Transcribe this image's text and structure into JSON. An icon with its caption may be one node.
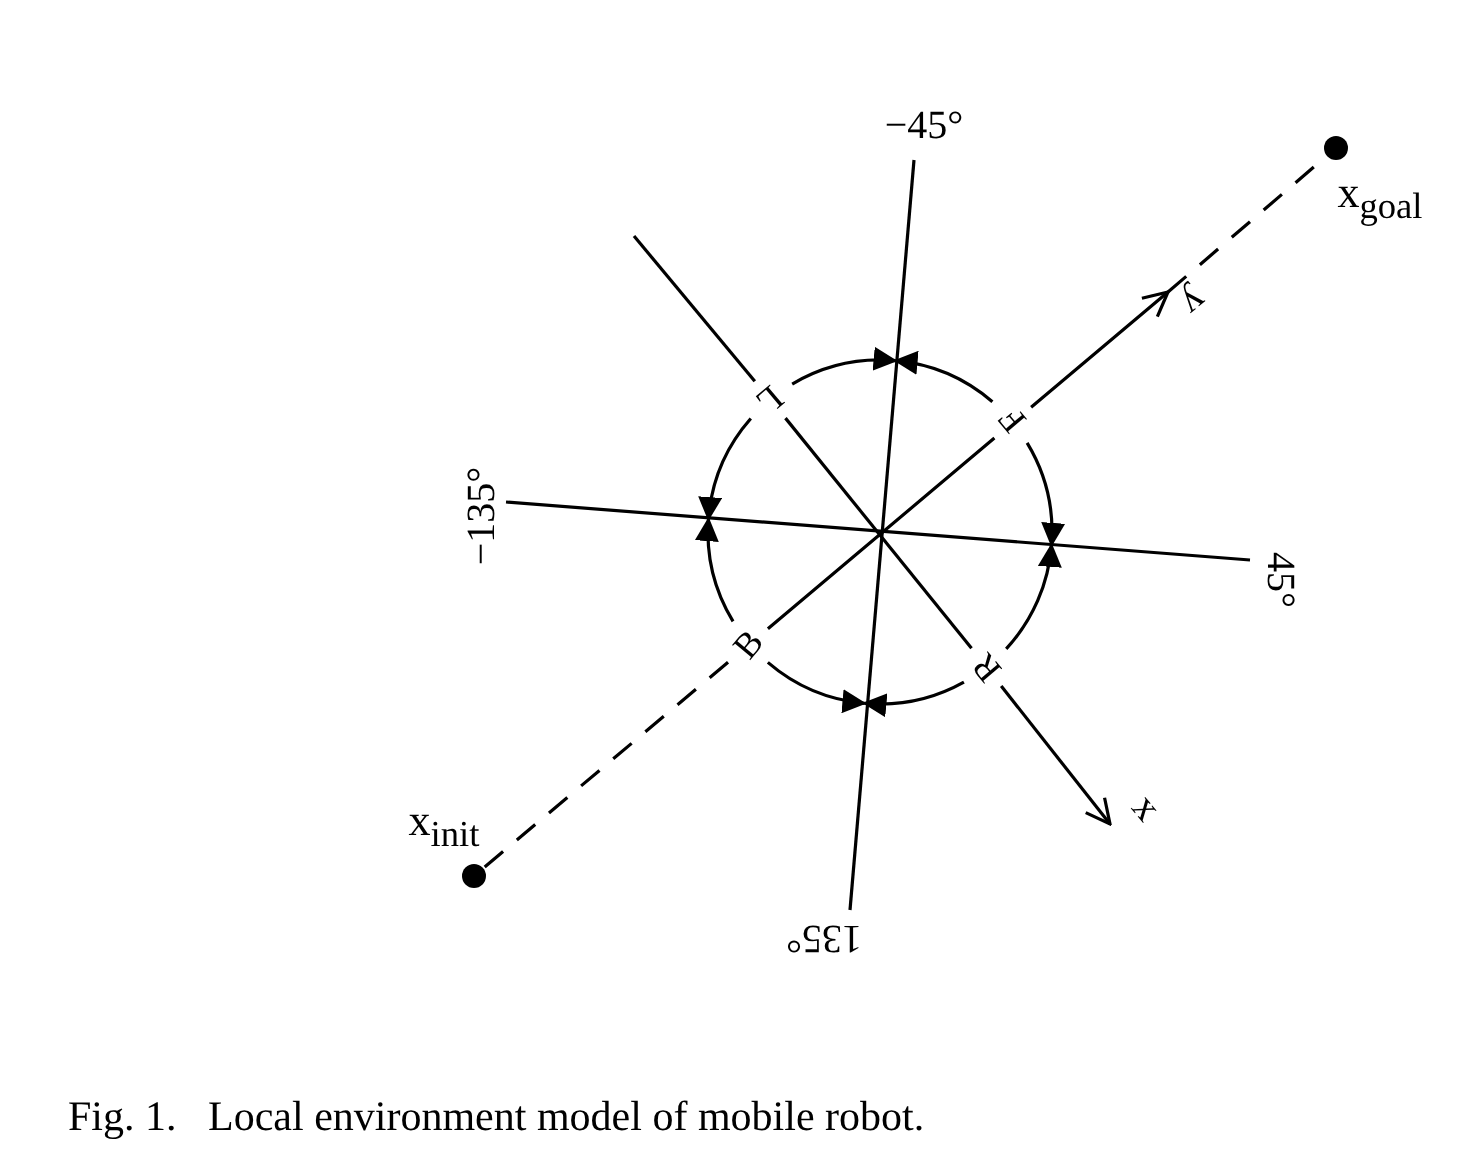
{
  "diagram": {
    "caption": "Fig. 1.   Local environment model of mobile robot.",
    "nodes": [
      {
        "text": [
          "x$_{init}$"
        ]
      },
      {
        "text": [
          "x$_{goal}$"
        ]
      },
      {
        "text": [
          "y"
        ]
      }
    ],
    "edges": [
      {
        "from": 0,
        "to": 2,
        "arrow": "to",
        "style": "dashed"
      },
      {
        "from": 2,
        "to": 1,
        "arrow": "none",
        "style": "dashed"
      }
    ],
    "labels": [
      "−45°",
      "L",
      "F",
      "−135°",
      "45°",
      "B",
      "R",
      "x",
      "135°"
    ]
  }
}
